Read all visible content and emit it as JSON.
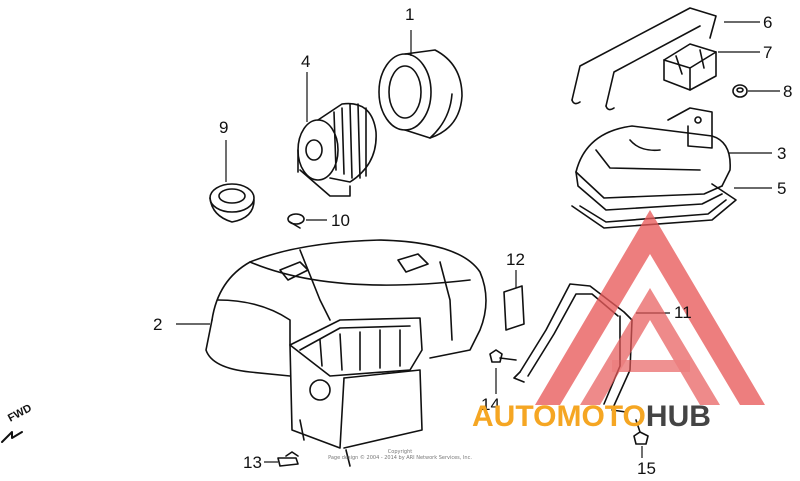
{
  "callouts": {
    "c1": "1",
    "c2": "2",
    "c3": "3",
    "c4": "4",
    "c5": "5",
    "c6": "6",
    "c7": "7",
    "c8": "8",
    "c9": "9",
    "c10": "10",
    "c11": "11",
    "c12": "12",
    "c13": "13",
    "c14": "14",
    "c15": "15"
  },
  "direction_label": "FWD",
  "copyright": {
    "line1": "Copyright",
    "line2": "Page design © 2004 - 2014 by ARI Network Services, Inc."
  },
  "watermark": {
    "brand_part1": "AUTOMOTO",
    "brand_part2": "HUB",
    "colors": {
      "triangle": "#e85a5a",
      "accent": "#f5a623",
      "dark": "#444444"
    }
  }
}
